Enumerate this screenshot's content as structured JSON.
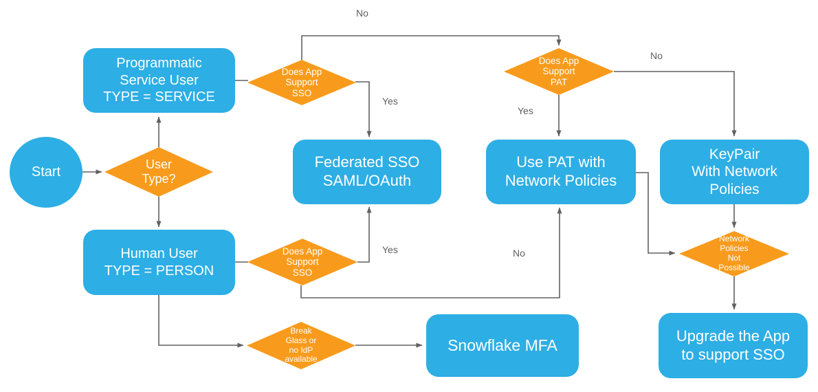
{
  "diagram": {
    "title": "Snowflake authentication decision flowchart",
    "colors": {
      "process_blue": "#2DAEE4",
      "decision_orange": "#F89B1C",
      "connector_gray": "#616161",
      "shape_text": "#FFFFFF",
      "edge_label_text": "#5F5F5F",
      "background": "#FFFFFF"
    },
    "nodes": {
      "start": {
        "label": "Start",
        "shape": "circle"
      },
      "user_type": {
        "label": "User\nType?",
        "shape": "diamond"
      },
      "programmatic": {
        "label": "Programmatic\nService User\nTYPE = SERVICE",
        "shape": "rounded-rect"
      },
      "human": {
        "label": "Human User\nTYPE = PERSON",
        "shape": "rounded-rect"
      },
      "sso_service": {
        "label": "Does App\nSupport\nSSO",
        "shape": "diamond"
      },
      "sso_human": {
        "label": "Does App\nSupport\nSSO",
        "shape": "diamond"
      },
      "federated": {
        "label": "Federated SSO\nSAML/OAuth",
        "shape": "rounded-rect"
      },
      "pat": {
        "label": "Does App\nSupport\nPAT",
        "shape": "diamond"
      },
      "use_pat": {
        "label": "Use PAT with\nNetwork Policies",
        "shape": "rounded-rect"
      },
      "keypair": {
        "label": "KeyPair\nWith Network\nPolicies",
        "shape": "rounded-rect"
      },
      "network_policies": {
        "label": "Network\nPolicies\nNot\nPossible",
        "shape": "diamond"
      },
      "snowflake_mfa": {
        "label": "Snowflake MFA",
        "shape": "rounded-rect"
      },
      "upgrade_app": {
        "label": "Upgrade the App\nto support SSO",
        "shape": "rounded-rect"
      },
      "break_glass": {
        "label": "Break\nGlass or\nno IdP\navailable",
        "shape": "diamond"
      }
    },
    "edge_labels": {
      "service_sso_no": "No",
      "service_sso_yes": "Yes",
      "pat_yes": "Yes",
      "pat_no": "No",
      "human_sso_yes": "Yes",
      "human_sso_no": "No"
    }
  }
}
